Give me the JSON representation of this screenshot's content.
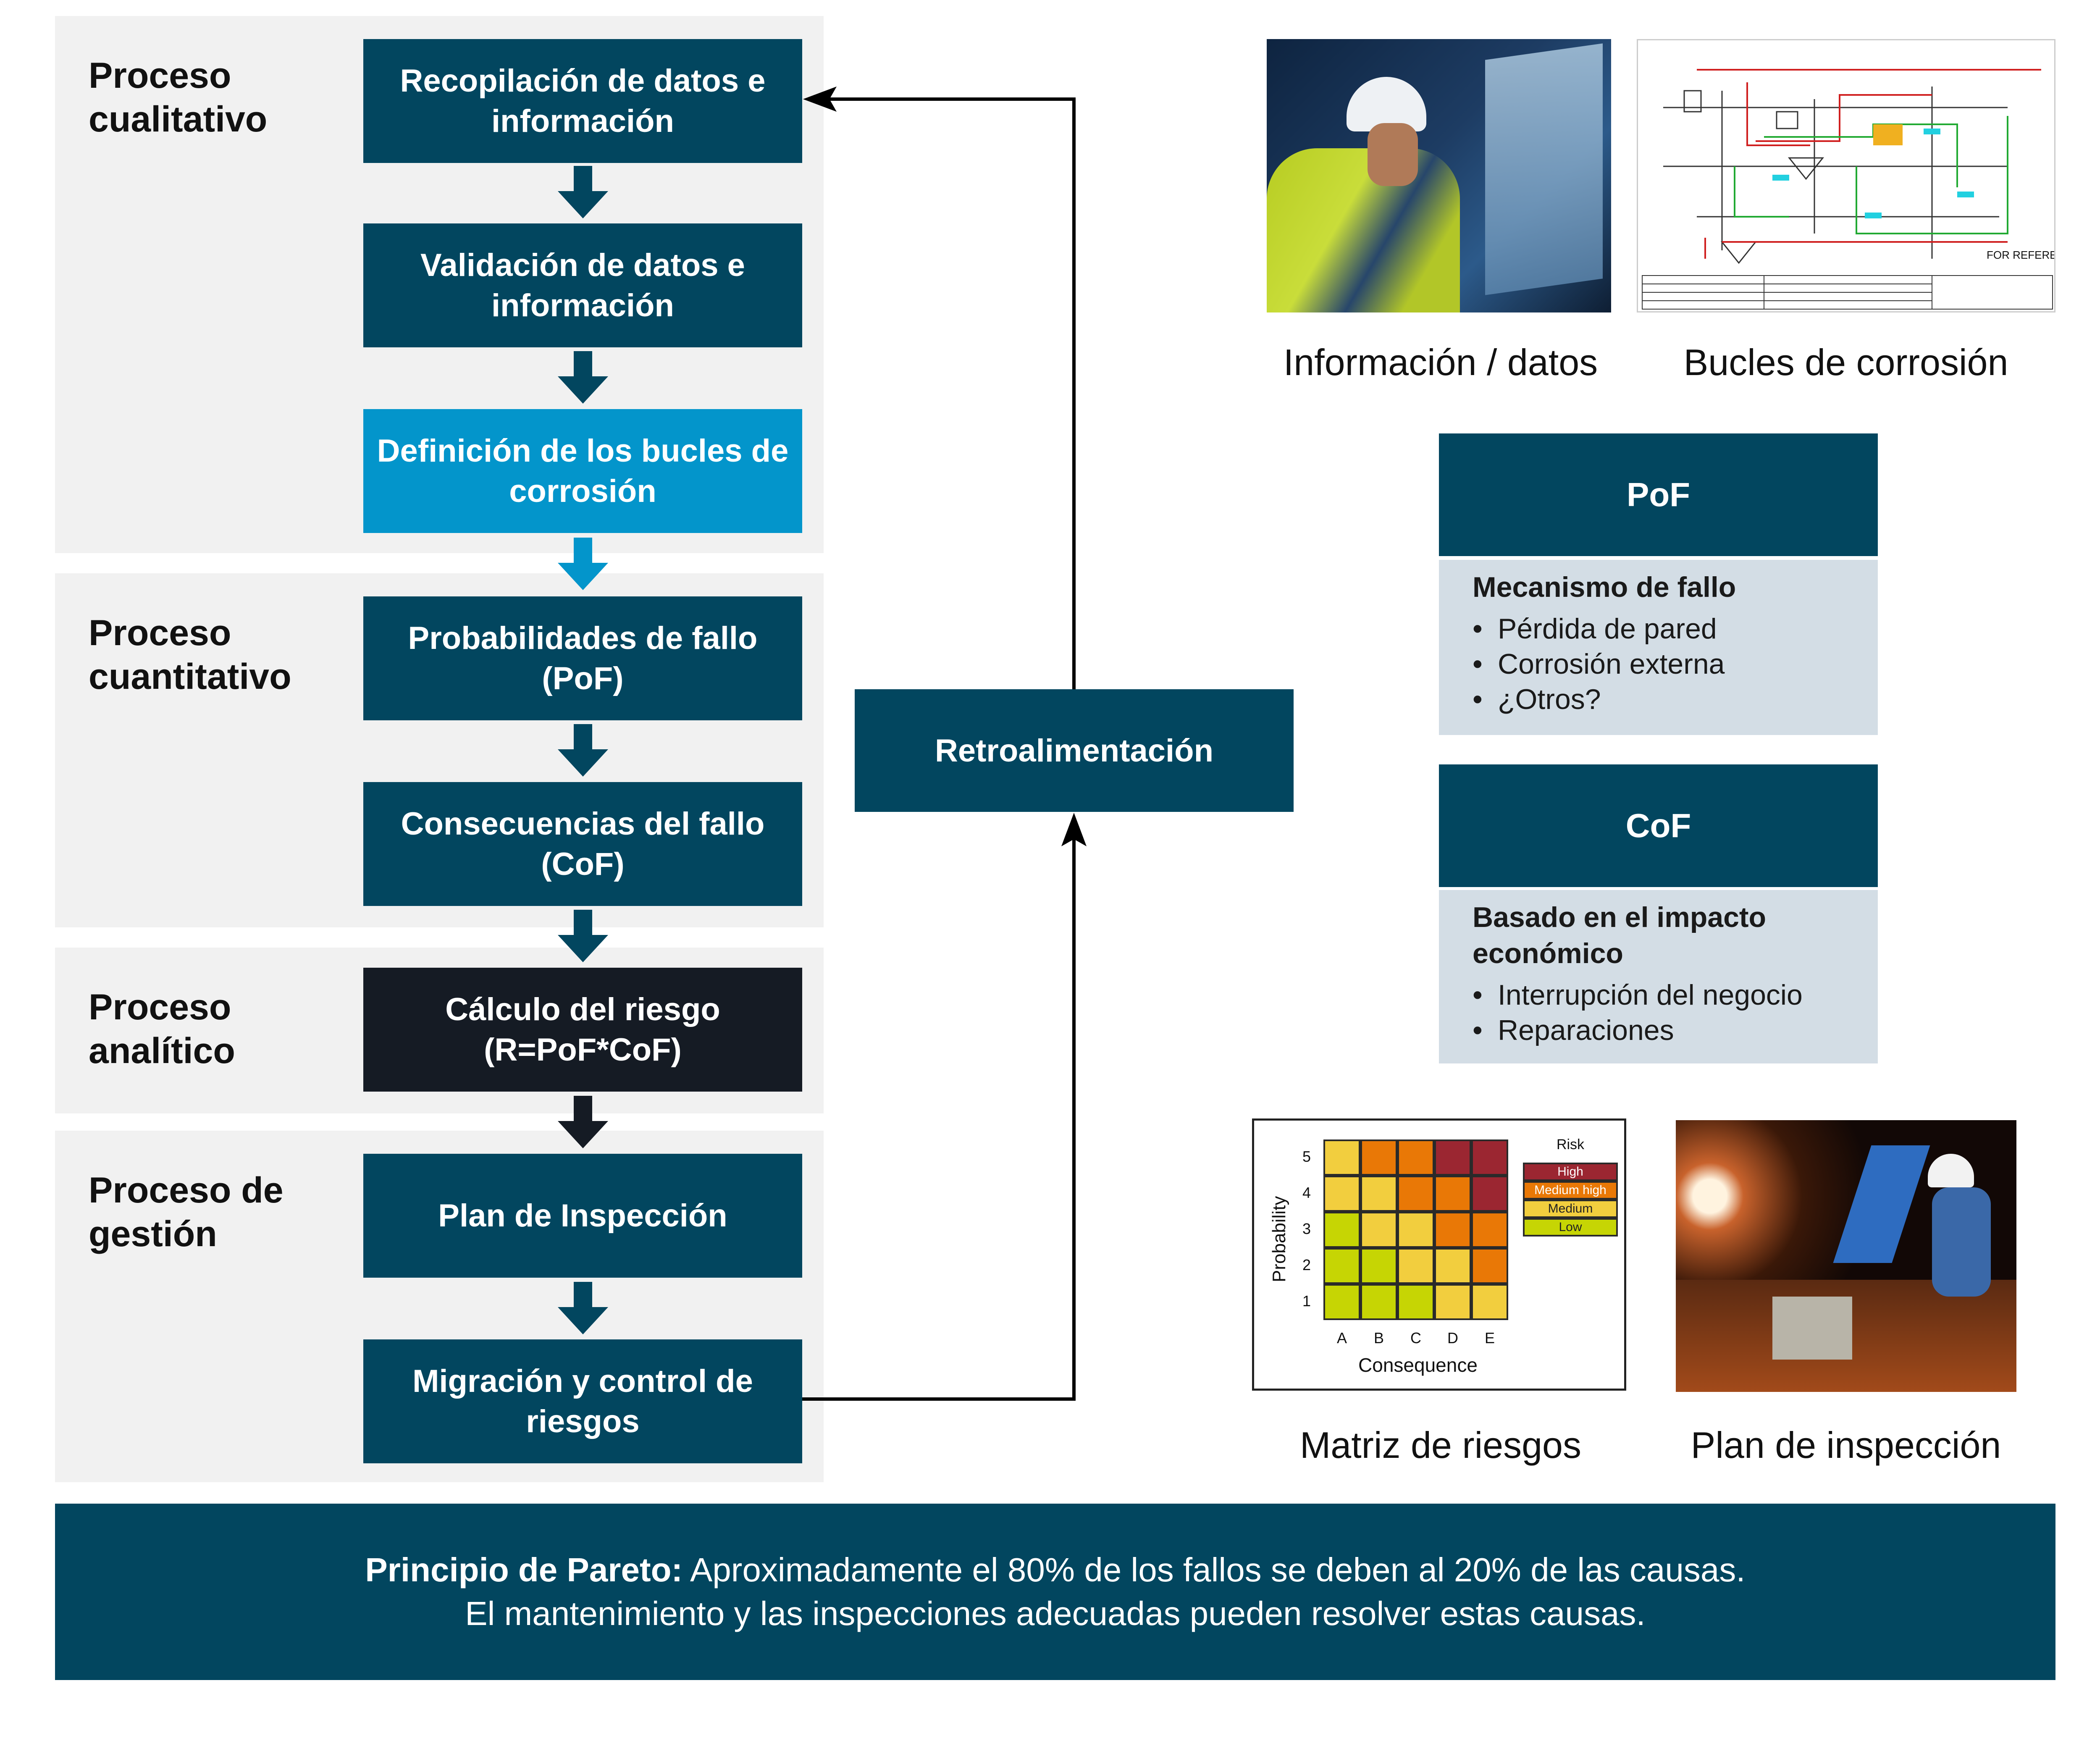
{
  "left_flow": {
    "panels": [
      {
        "label": "Proceso\ncualitativo"
      },
      {
        "label": "Proceso\ncuantitativo"
      },
      {
        "label": "Proceso\nanalítico"
      },
      {
        "label": "Proceso de\ngestión"
      }
    ],
    "steps": [
      {
        "label": "Recopilación de datos e información"
      },
      {
        "label": "Validación de datos e información"
      },
      {
        "label": "Definición de los bucles de corrosión"
      },
      {
        "label": "Probabilidades de fallo (PoF)"
      },
      {
        "label": "Consecuencias del fallo (CoF)"
      },
      {
        "label": "Cálculo del riesgo (R=PoF*CoF)"
      },
      {
        "label": "Plan de Inspección"
      },
      {
        "label": "Migración y control de riesgos"
      }
    ]
  },
  "feedback": {
    "label": "Retroalimentación"
  },
  "images": {
    "info_caption": "Información / datos",
    "loops_caption": "Bucles de corrosión",
    "matrix_caption": "Matriz de riesgos",
    "inspection_caption": "Plan de inspección",
    "schematic_note": "FOR REFERENCE"
  },
  "pof": {
    "title": "PoF",
    "subtitle": "Mecanismo de fallo",
    "items": [
      "Pérdida de pared",
      "Corrosión externa",
      "¿Otros?"
    ]
  },
  "cof": {
    "title": "CoF",
    "subtitle": "Basado en el impacto económico",
    "items": [
      "Interrupción del negocio",
      "Reparaciones"
    ]
  },
  "chart_data": {
    "type": "heatmap",
    "title": "",
    "xlabel": "Consequence",
    "ylabel": "Probability",
    "x_categories": [
      "A",
      "B",
      "C",
      "D",
      "E"
    ],
    "y_categories": [
      "5",
      "4",
      "3",
      "2",
      "1"
    ],
    "legend_title": "Risk",
    "legend": [
      {
        "label": "High",
        "color": "#9b2631"
      },
      {
        "label": "Medium high",
        "color": "#e97806"
      },
      {
        "label": "Medium",
        "color": "#f2ce3e"
      },
      {
        "label": "Low",
        "color": "#c6d504"
      }
    ],
    "grid": [
      [
        "Medium",
        "Medium high",
        "Medium high",
        "High",
        "High"
      ],
      [
        "Medium",
        "Medium",
        "Medium high",
        "Medium high",
        "High"
      ],
      [
        "Low",
        "Medium",
        "Medium",
        "Medium high",
        "Medium high"
      ],
      [
        "Low",
        "Low",
        "Medium",
        "Medium",
        "Medium high"
      ],
      [
        "Low",
        "Low",
        "Low",
        "Medium",
        "Medium"
      ]
    ],
    "legend_position": "top-right"
  },
  "footer": {
    "bold": "Principio de Pareto:",
    "line1": " Aproximadamente el 80% de los fallos se deben al 20% de las causas.",
    "line2": "El mantenimiento y las inspecciones adecuadas pueden resolver estas causas."
  },
  "colors": {
    "primary": "#02465f",
    "accent": "#0395cb",
    "dark": "#151b24",
    "panel_bg": "#f1f1f1",
    "info_bg": "#d3dde5"
  }
}
